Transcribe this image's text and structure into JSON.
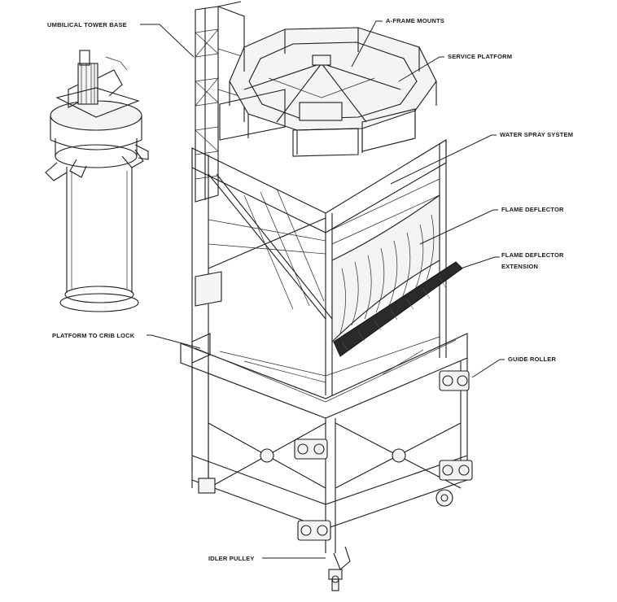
{
  "callouts": {
    "umbilical_tower_base": "UMBILICAL TOWER BASE",
    "a_frame_mounts": "A-FRAME MOUNTS",
    "service_platform": "SERVICE PLATFORM",
    "water_spray_system": "WATER SPRAY SYSTEM",
    "flame_deflector": "FLAME DEFLECTOR",
    "flame_deflector_extension_line1": "FLAME DEFLECTOR",
    "flame_deflector_extension_line2": "EXTENSION",
    "platform_to_crib_lock": "PLATFORM TO CRIB LOCK",
    "guide_roller": "GUIDE ROLLER",
    "idler_pulley": "IDLER PULLEY"
  },
  "colors": {
    "ink": "#1c1c1c",
    "paper": "#ffffff",
    "deflector_extension": "#2a2a2a"
  }
}
